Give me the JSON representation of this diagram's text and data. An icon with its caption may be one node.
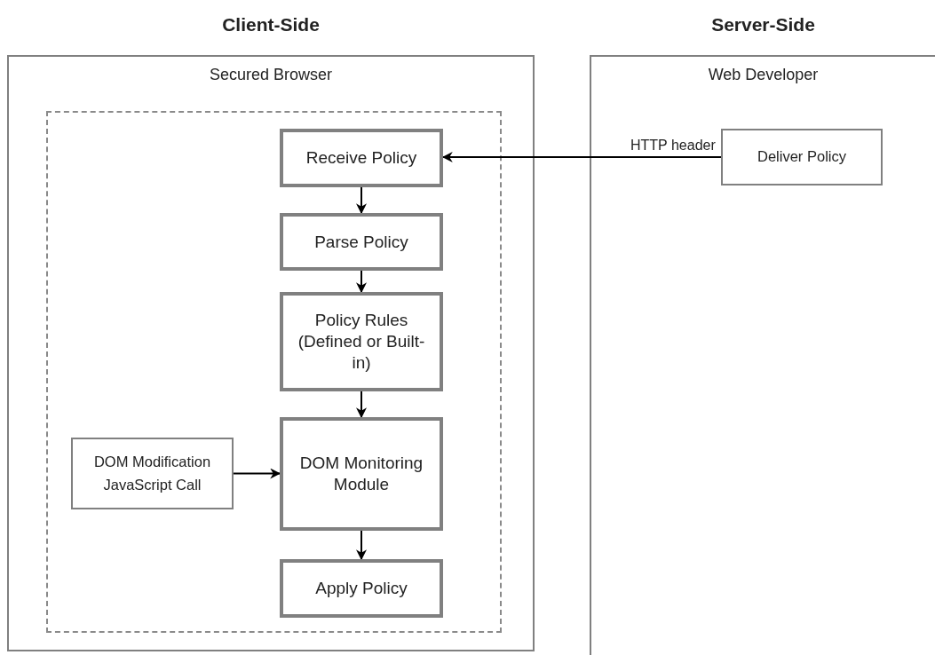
{
  "diagram": {
    "nodes": [
      {
        "text": [
          "Client-Side",
          "Secured Browser"
        ]
      },
      {
        "text": [
          "Server-Side",
          "Web Developer"
        ]
      },
      {
        "text": [],
        "shape": "box",
        "in": 0
      },
      {
        "text": [
          "Receive Policy"
        ],
        "in": 2
      },
      {
        "text": [
          "Parse Policy"
        ],
        "in": 2
      },
      {
        "text": [
          "Policy Rules (Defined or Built-in)"
        ],
        "in": 2
      },
      {
        "text": [
          "DOM Monitoring Module"
        ],
        "in": 2
      },
      {
        "text": [
          "Apply Policy"
        ],
        "in": 2
      },
      {
        "text": [
          "DOM Modification JavaScript Call"
        ],
        "in": 2
      },
      {
        "text": [
          "Deliver Policy"
        ],
        "in": 1
      }
    ],
    "edges": [
      {
        "from": 9,
        "to": 3,
        "arrow": "to",
        "label": "HTTP header"
      },
      {
        "from": 3,
        "to": 4,
        "arrow": "to"
      },
      {
        "from": 4,
        "to": 5,
        "arrow": "to"
      },
      {
        "from": 5,
        "to": 6,
        "arrow": "to"
      },
      {
        "from": 6,
        "to": 7,
        "arrow": "to"
      },
      {
        "from": 8,
        "to": 6,
        "arrow": "to"
      }
    ]
  }
}
